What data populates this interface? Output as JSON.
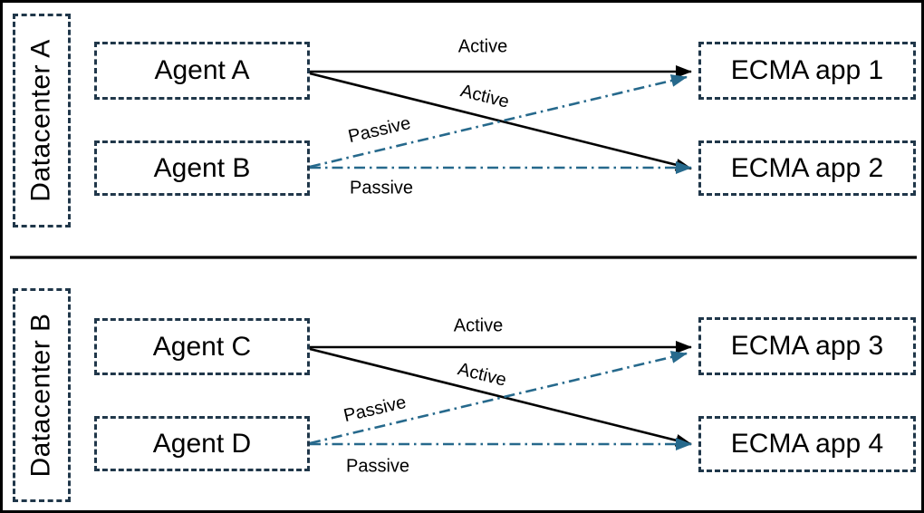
{
  "colors": {
    "active_line": "#000000",
    "passive_line": "#26698C",
    "box_border": "#20374A",
    "divider": "#000000"
  },
  "sections": [
    {
      "label": "Datacenter A",
      "agents": [
        {
          "label": "Agent A"
        },
        {
          "label": "Agent B"
        }
      ],
      "apps": [
        {
          "label": "ECMA app 1"
        },
        {
          "label": "ECMA app 2"
        }
      ],
      "links": [
        {
          "label": "Active",
          "from": "Agent A",
          "to": "ECMA app 1",
          "line": "solid-black"
        },
        {
          "label": "Active",
          "from": "Agent A",
          "to": "ECMA app 2",
          "line": "solid-black"
        },
        {
          "label": "Passive",
          "from": "Agent B",
          "to": "ECMA app 1",
          "line": "dash-dot-teal"
        },
        {
          "label": "Passive",
          "from": "Agent B",
          "to": "ECMA app 2",
          "line": "dash-dot-teal"
        }
      ]
    },
    {
      "label": "Datacenter B",
      "agents": [
        {
          "label": "Agent C"
        },
        {
          "label": "Agent D"
        }
      ],
      "apps": [
        {
          "label": "ECMA app 3"
        },
        {
          "label": "ECMA app 4"
        }
      ],
      "links": [
        {
          "label": "Active",
          "from": "Agent C",
          "to": "ECMA app 3",
          "line": "solid-black"
        },
        {
          "label": "Active",
          "from": "Agent C",
          "to": "ECMA app 4",
          "line": "solid-black"
        },
        {
          "label": "Passive",
          "from": "Agent D",
          "to": "ECMA app 3",
          "line": "dash-dot-teal"
        },
        {
          "label": "Passive",
          "from": "Agent D",
          "to": "ECMA app 4",
          "line": "dash-dot-teal"
        }
      ]
    }
  ]
}
